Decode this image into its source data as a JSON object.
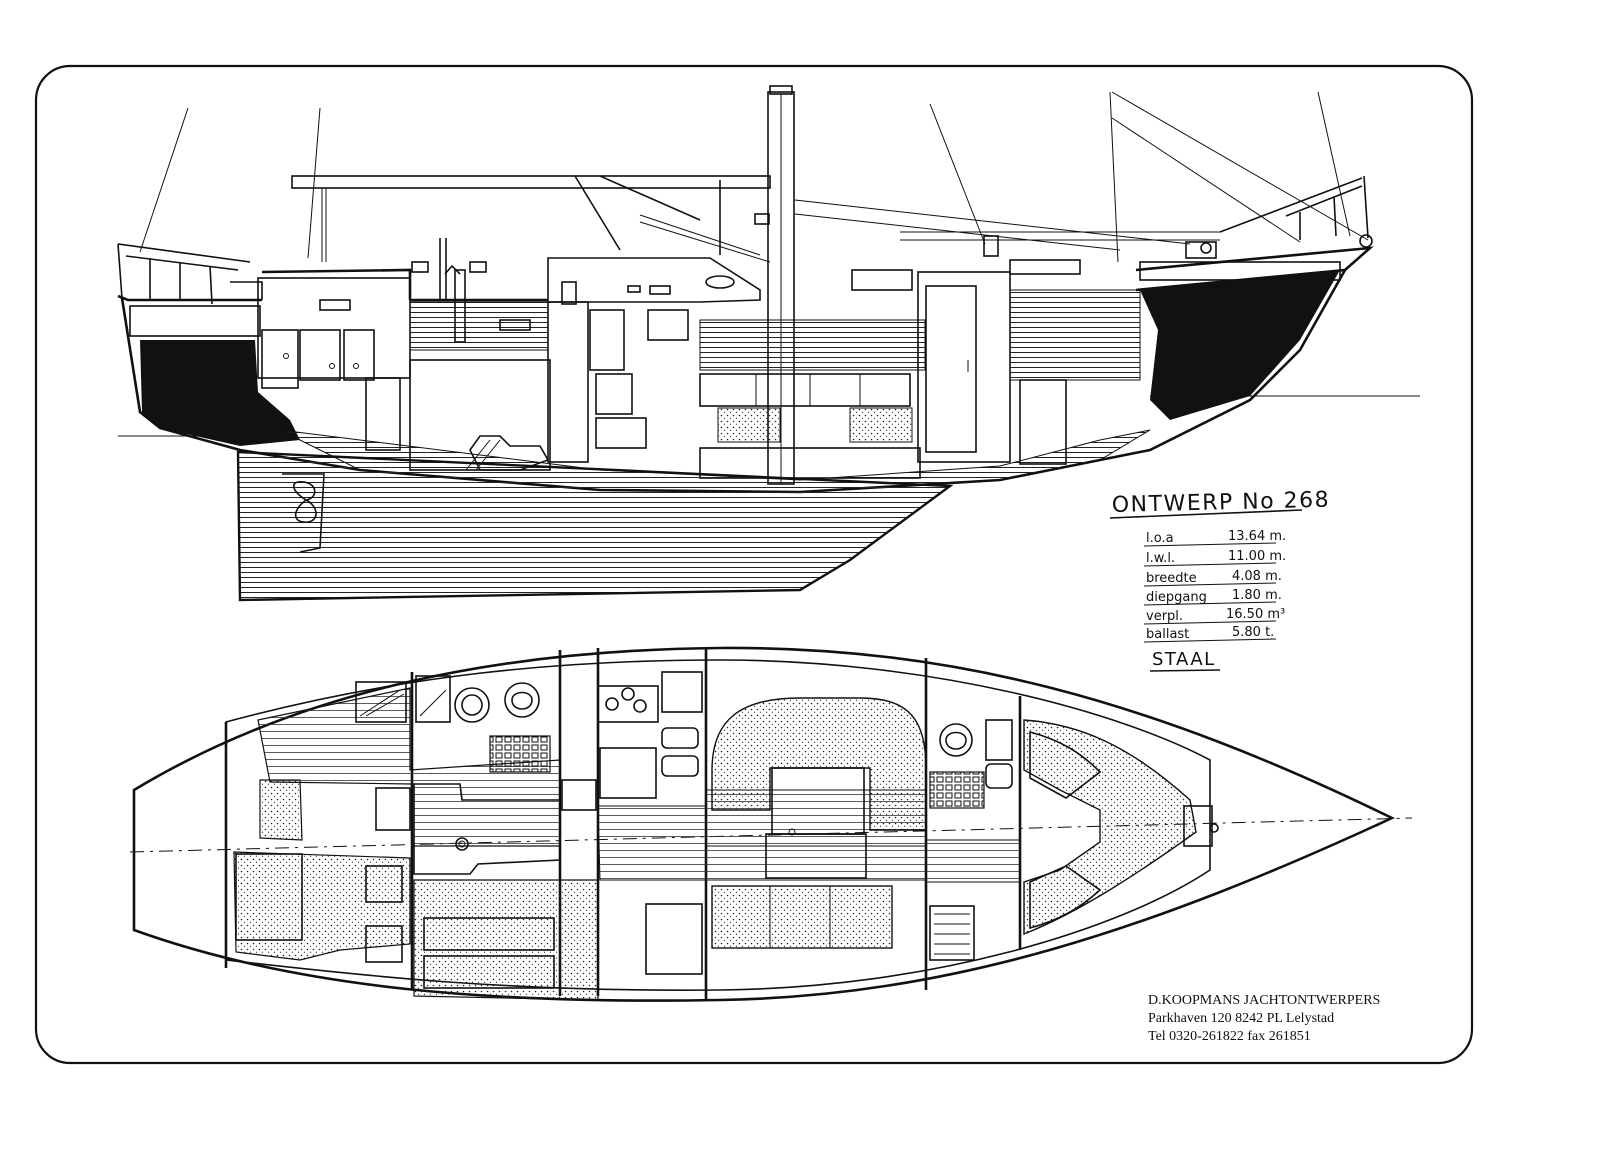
{
  "design": {
    "title": "ONTWERP No 268",
    "specs": [
      {
        "label": "l.o.a",
        "value": "13.64 m."
      },
      {
        "label": "l.w.l.",
        "value": "11.00 m."
      },
      {
        "label": "breedte",
        "value": "4.08 m."
      },
      {
        "label": "diepgang",
        "value": "1.80 m."
      },
      {
        "label": "verpl.",
        "value": "16.50 m³"
      },
      {
        "label": "ballast",
        "value": "5.80 t."
      }
    ],
    "material": "STAAL"
  },
  "designer": {
    "name": "D.KOOPMANS JACHTONTWERPERS",
    "address": "Parkhaven 120 8242 PL Lelystad",
    "phone": "Tel 0320-261822 fax 261851"
  },
  "colors": {
    "ink": "#111111",
    "paper": "#ffffff"
  }
}
